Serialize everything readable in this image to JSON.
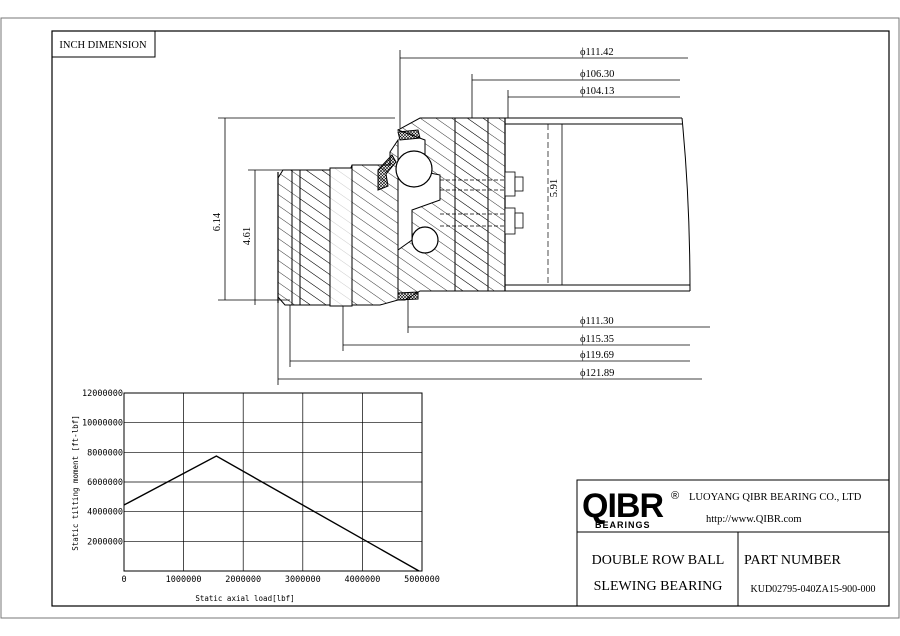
{
  "header": {
    "label": "INCH DIMENSION"
  },
  "dimensions": {
    "d1": "ϕ111.42",
    "d2": "ϕ106.30",
    "d3": "ϕ104.13",
    "d4": "ϕ111.30",
    "d5": "ϕ115.35",
    "d6": "ϕ119.69",
    "d7": "ϕ121.89",
    "h_total": "6.14",
    "h_outer": "4.61",
    "h_inner": "5.91"
  },
  "chart_data": {
    "type": "line",
    "xlabel": "Static axial load[lbf]",
    "ylabel": "Static tilting moment [ft-lbf]",
    "xlim": [
      0,
      5000000
    ],
    "ylim": [
      0,
      12000000
    ],
    "x_ticks": [
      "0",
      "1000000",
      "2000000",
      "3000000",
      "4000000",
      "5000000"
    ],
    "y_ticks": [
      "2000000",
      "4000000",
      "6000000",
      "8000000",
      "10000000",
      "12000000"
    ],
    "x_tick_values": [
      0,
      1000000,
      2000000,
      3000000,
      4000000,
      5000000
    ],
    "y_tick_values": [
      2000000,
      4000000,
      6000000,
      8000000,
      10000000,
      12000000
    ],
    "grid": true,
    "series": [
      {
        "x": [
          0,
          1550000,
          4950000
        ],
        "y": [
          4450000,
          7750000,
          0
        ]
      }
    ]
  },
  "title_block": {
    "logo": "QIBR",
    "logo_sub": "BEARINGS",
    "registered": "®",
    "company": "LUOYANG QIBR BEARING CO., LTD",
    "website": "http://www.QIBR.com",
    "product_line1": "DOUBLE ROW BALL",
    "product_line2": "SLEWING BEARING",
    "part_label": "PART NUMBER",
    "part_number": "KUD02795-040ZA15-900-000"
  }
}
